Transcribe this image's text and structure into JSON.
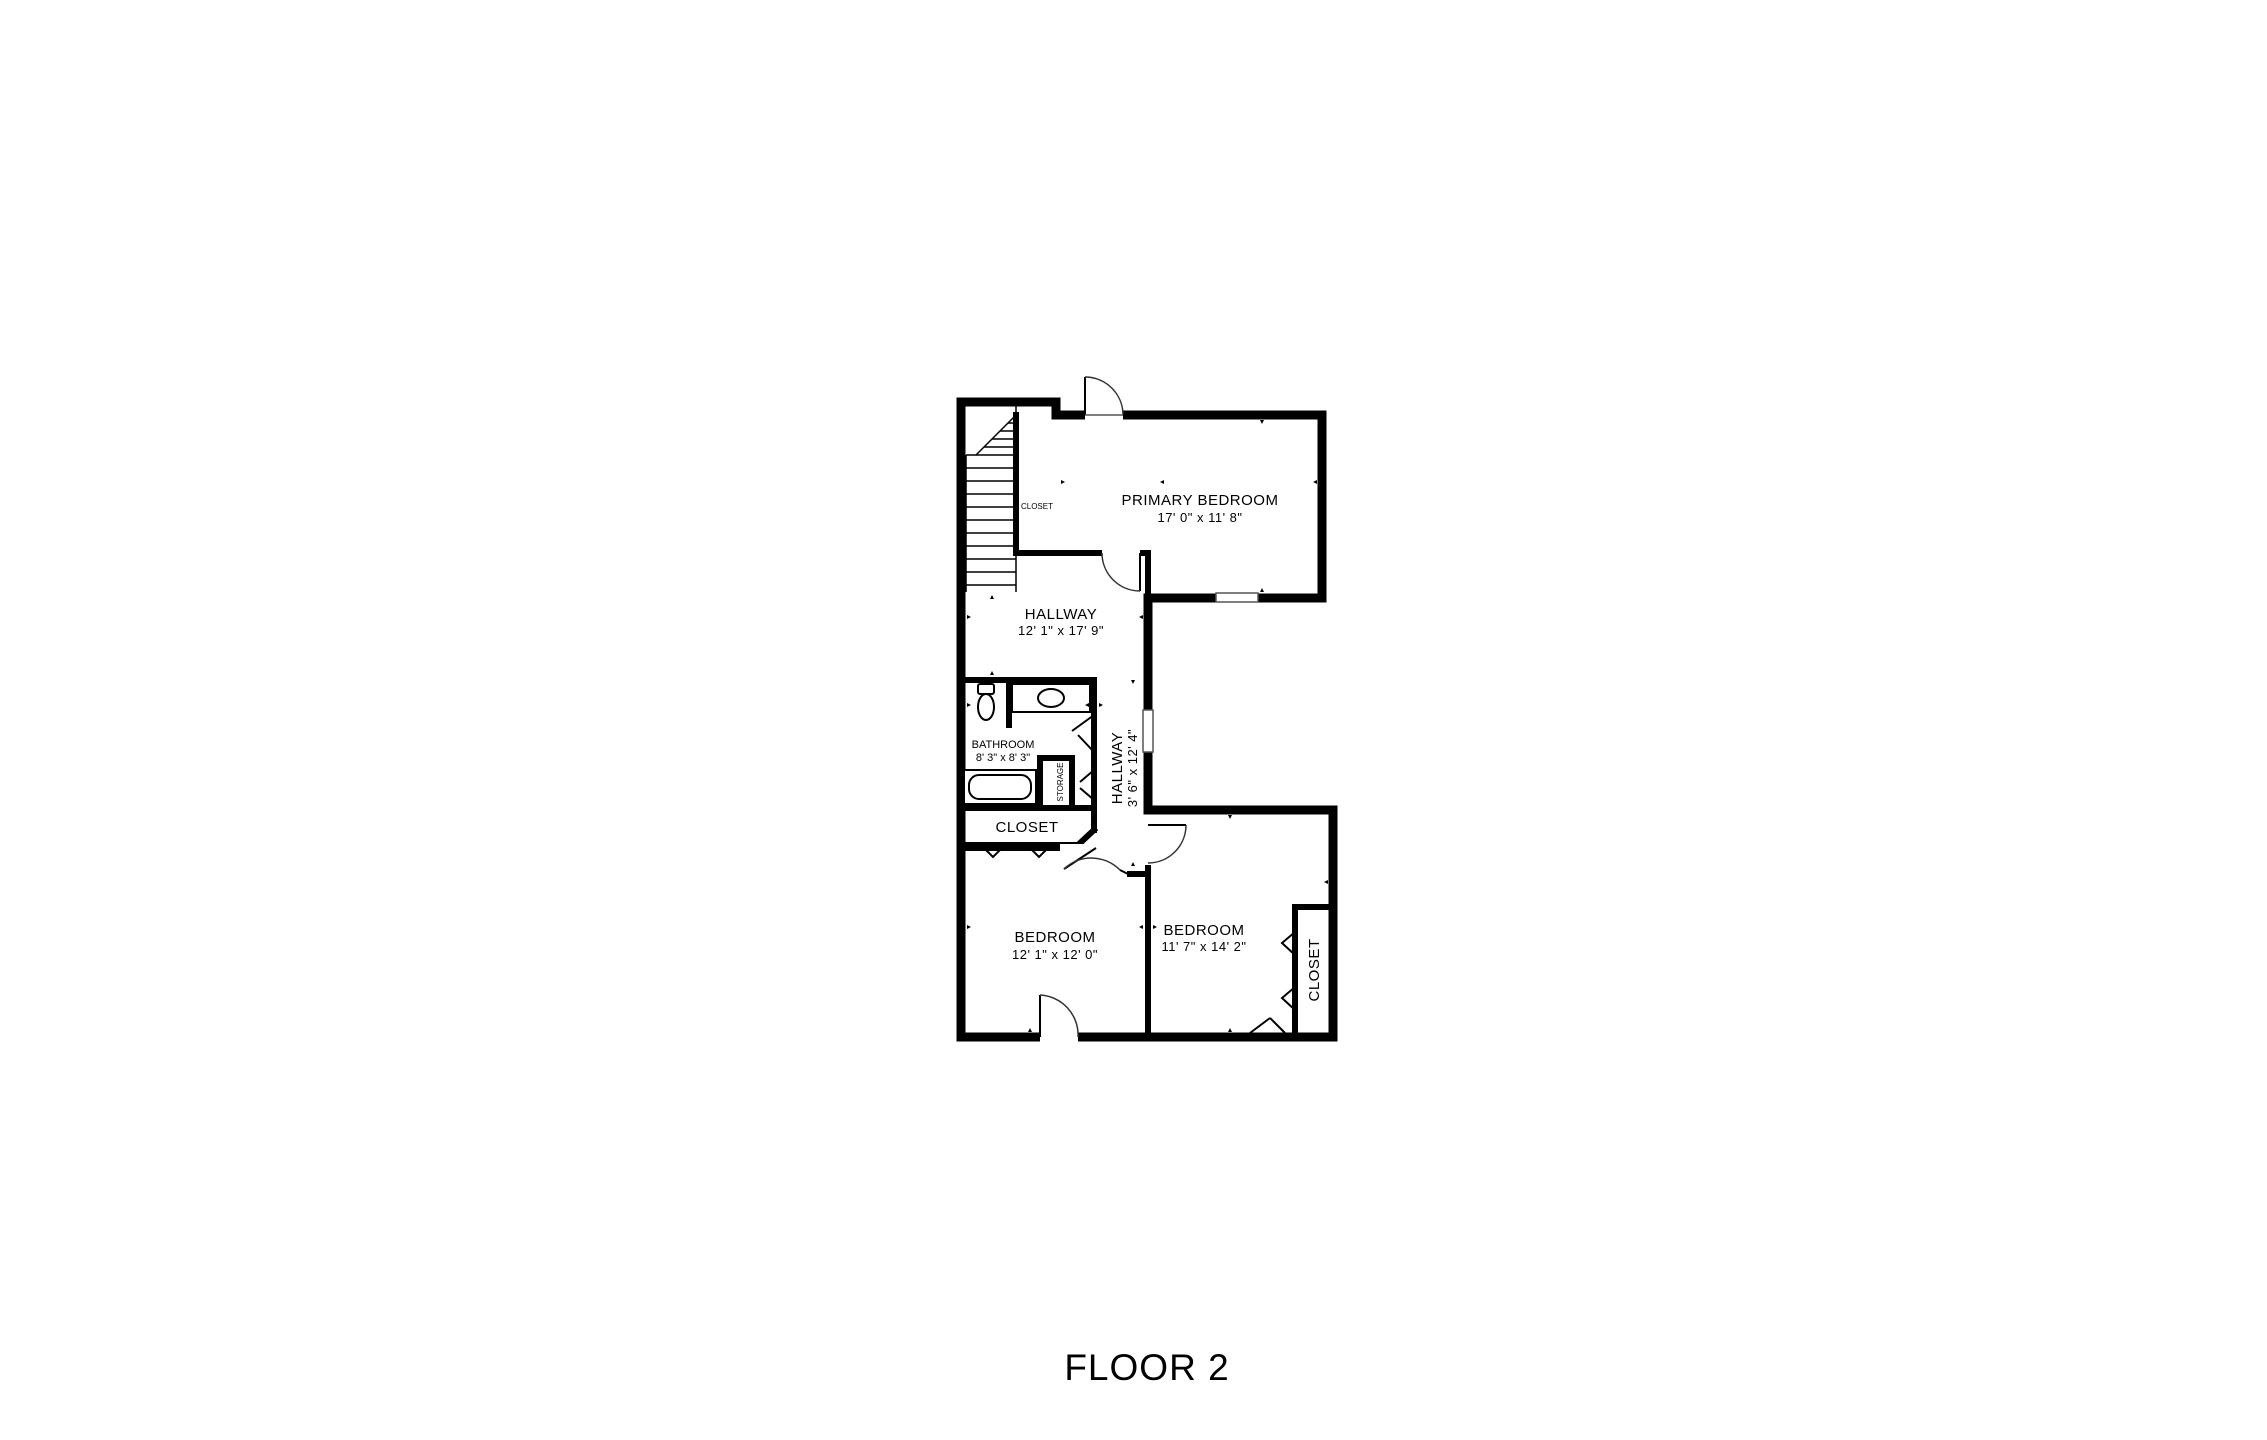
{
  "floor_label": "FLOOR 2",
  "rooms": {
    "primary_bedroom": {
      "name": "PRIMARY BEDROOM",
      "dims": "17' 0\" x 11' 8\""
    },
    "hallway_main": {
      "name": "HALLWAY",
      "dims": "12' 1\" x 17' 9\""
    },
    "hallway_narrow": {
      "name": "HALLWAY",
      "dims": "3' 6\" x 12' 4\""
    },
    "bathroom": {
      "name": "BATHROOM",
      "dims": "8' 3\" x 8' 3\""
    },
    "bedroom_left": {
      "name": "BEDROOM",
      "dims": "12' 1\" x 12' 0\""
    },
    "bedroom_right": {
      "name": "BEDROOM",
      "dims": "11' 7\" x 14' 2\""
    },
    "closet_top": {
      "name": "CLOSET"
    },
    "closet_mid": {
      "name": "CLOSET"
    },
    "closet_right": {
      "name": "CLOSET"
    },
    "storage": {
      "name": "STORAGE"
    }
  }
}
